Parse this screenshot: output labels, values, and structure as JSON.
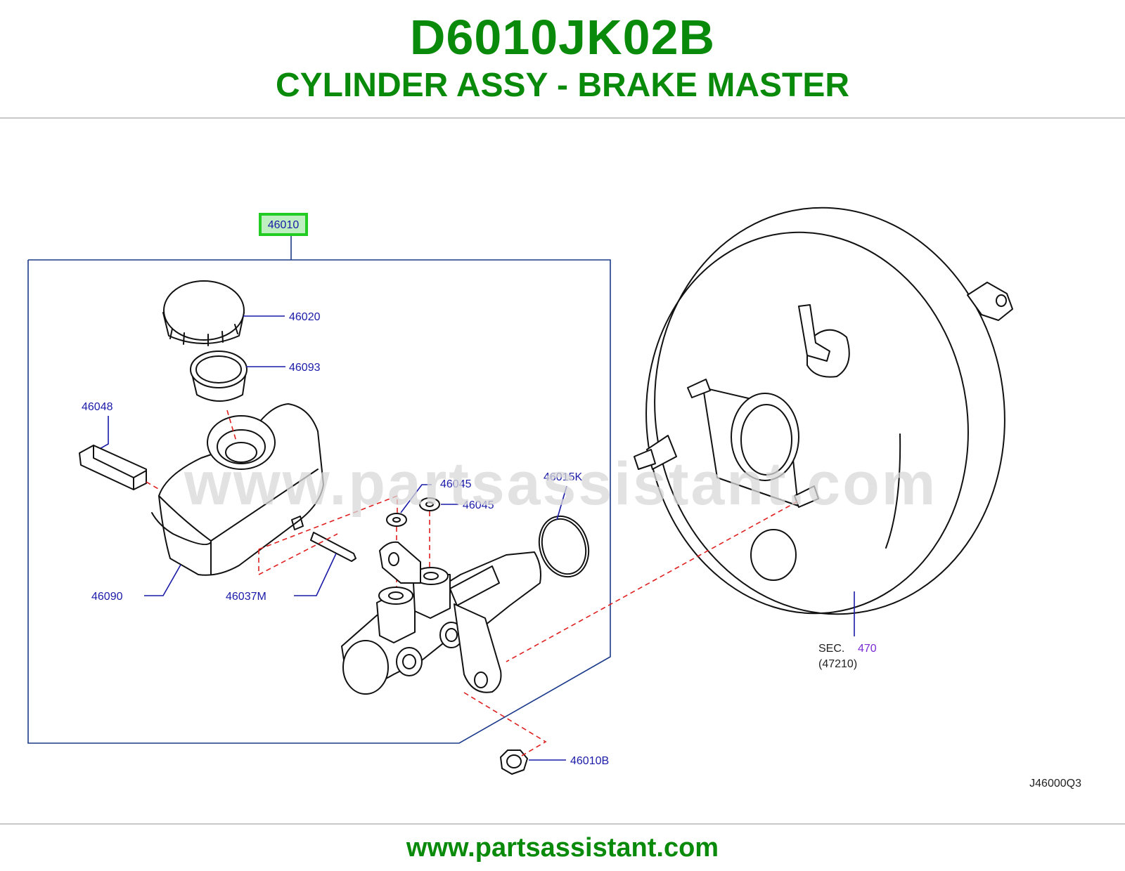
{
  "header": {
    "part_number": "D6010JK02B",
    "title": "CYLINDER ASSY - BRAKE MASTER"
  },
  "diagram": {
    "highlight_color": "#22cc22",
    "accent_color": "#0a8a0a",
    "callout_color": "#1a1aa8",
    "dash_color": "#e02020",
    "callouts": {
      "assy": "46010",
      "cap": "46020",
      "strainer": "46093",
      "sensor": "46048",
      "grommet_upper": "46045",
      "grommet_lower": "46045",
      "oring": "46015K",
      "reservoir": "46090",
      "pin": "46037M",
      "nut": "46010B",
      "sec_label": "SEC.",
      "sec_number": "470",
      "sec_sub": "(47210)"
    },
    "diagram_code": "J46000Q3",
    "watermark": "www.partsassistant.com"
  },
  "footer": {
    "url": "www.partsassistant.com"
  }
}
